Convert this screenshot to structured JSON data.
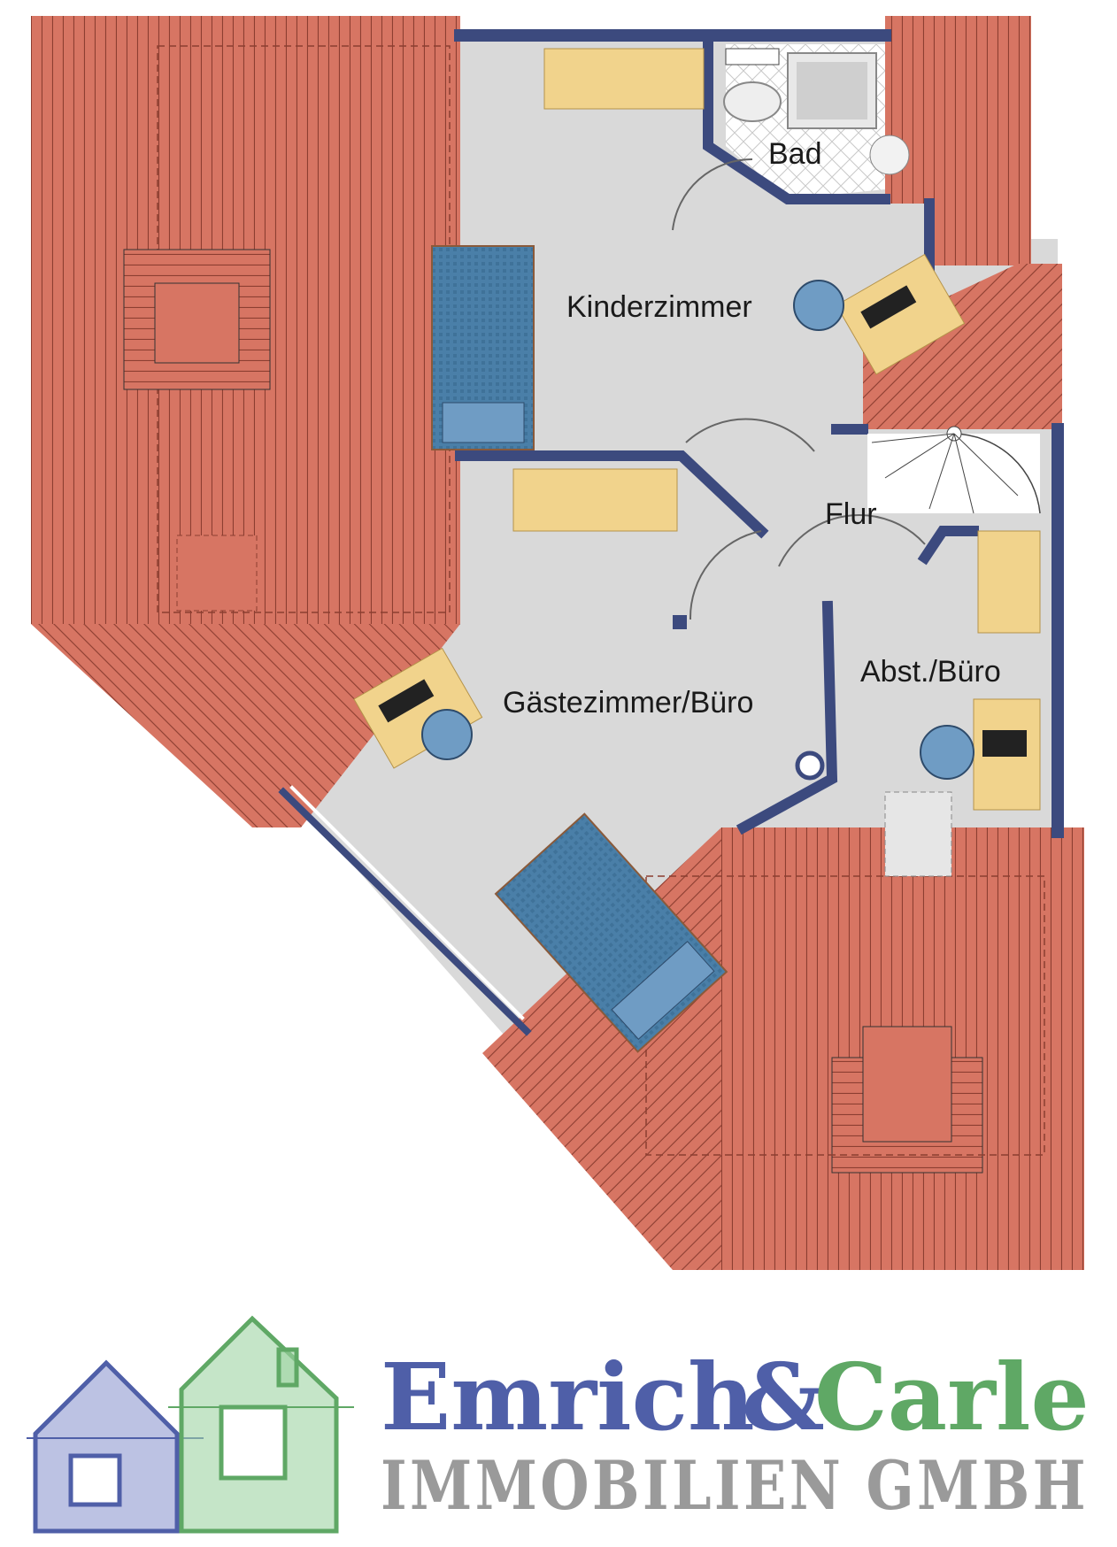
{
  "rooms": {
    "bad": "Bad",
    "kinderzimmer": "Kinderzimmer",
    "flur": "Flur",
    "gaestezimmer": "Gästezimmer/Büro",
    "abstellraum": "Abst./Büro"
  },
  "logo": {
    "name_part1": "Emrich",
    "ampersand": "&",
    "name_part2": "Carle",
    "subtitle": "IMMOBILIEN GMBH"
  },
  "colors": {
    "roof": "#d77563",
    "wall": "#3c4a7e",
    "floor": "#d9d9d9",
    "bed": "#4a7fa8",
    "desk": "#f1d38c",
    "logo_blue": "#4f5fa8",
    "logo_green": "#5fa865",
    "logo_grey": "#9a9a9a"
  }
}
